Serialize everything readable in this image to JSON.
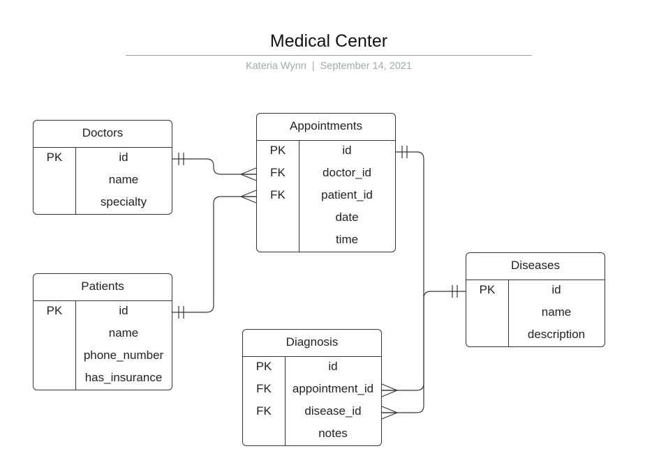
{
  "header": {
    "title": "Medical Center",
    "author": "Kateria Wynn",
    "separator": "|",
    "date": "September 14, 2021"
  },
  "entities": {
    "doctors": {
      "name": "Doctors",
      "rows": [
        {
          "key": "PK",
          "field": "id"
        },
        {
          "key": "",
          "field": "name"
        },
        {
          "key": "",
          "field": "specialty"
        }
      ]
    },
    "patients": {
      "name": "Patients",
      "rows": [
        {
          "key": "PK",
          "field": "id"
        },
        {
          "key": "",
          "field": "name"
        },
        {
          "key": "",
          "field": "phone_number"
        },
        {
          "key": "",
          "field": "has_insurance"
        }
      ]
    },
    "appointments": {
      "name": "Appointments",
      "rows": [
        {
          "key": "PK",
          "field": "id"
        },
        {
          "key": "FK",
          "field": "doctor_id"
        },
        {
          "key": "FK",
          "field": "patient_id"
        },
        {
          "key": "",
          "field": "date"
        },
        {
          "key": "",
          "field": "time"
        }
      ]
    },
    "diagnosis": {
      "name": "Diagnosis",
      "rows": [
        {
          "key": "PK",
          "field": "id"
        },
        {
          "key": "FK",
          "field": "appointment_id"
        },
        {
          "key": "FK",
          "field": "disease_id"
        },
        {
          "key": "",
          "field": "notes"
        }
      ]
    },
    "diseases": {
      "name": "Diseases",
      "rows": [
        {
          "key": "PK",
          "field": "id"
        },
        {
          "key": "",
          "field": "name"
        },
        {
          "key": "",
          "field": "description"
        }
      ]
    }
  },
  "relationships": [
    {
      "from": "Doctors.id",
      "to": "Appointments.doctor_id",
      "cardinality": "one-to-many"
    },
    {
      "from": "Patients.id",
      "to": "Appointments.patient_id",
      "cardinality": "one-to-many"
    },
    {
      "from": "Appointments.id",
      "to": "Diagnosis.appointment_id",
      "cardinality": "one-to-many"
    },
    {
      "from": "Diseases.id",
      "to": "Diagnosis.disease_id",
      "cardinality": "one-to-many"
    }
  ]
}
